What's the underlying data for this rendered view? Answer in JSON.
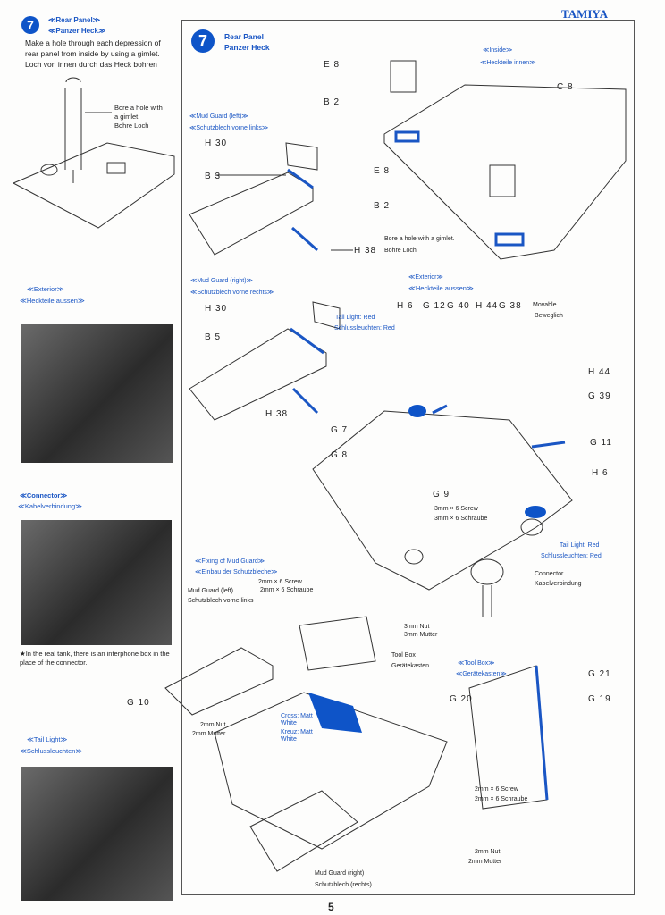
{
  "brand": "TAMIYA",
  "page_number": "5",
  "step_number": "7",
  "left": {
    "title_en": "≪Rear Panel≫",
    "title_de": "≪Panzer Heck≫",
    "instruction_en": "Make a hole through each depression of rear panel from inside by using a gimlet.",
    "instruction_de": "Loch von innen durch das Heck bohren",
    "bore_en": "Bore a hole with a gimlet.",
    "bore_de": "Bohre Loch",
    "exterior_en": "≪Exterior≫",
    "exterior_de": "≪Heckteile aussen≫",
    "connector_en": "≪Connector≫",
    "connector_de": "≪Kabelverbindung≫",
    "note": "★In the real tank, there is an interphone box in the place of the connector.",
    "g10": "G 10",
    "tail_en": "≪Tail Light≫",
    "tail_de": "≪Schlussleuchten≫"
  },
  "main": {
    "title_en": "Rear Panel",
    "title_de": "Panzer Heck",
    "labels": {
      "mud_left_en": "≪Mud Guard (left)≫",
      "mud_left_de": "≪Schutzblech vorne links≫",
      "h30a": "H 30",
      "b3": "B 3",
      "h38a": "H 38",
      "inside_en": "≪Inside≫",
      "inside_de": "≪Heckteile innen≫",
      "e8a": "E 8",
      "b2a": "B 2",
      "c8": "C 8",
      "e8b": "E 8",
      "b2b": "B 2",
      "bore_en": "Bore a hole with a gimlet.",
      "bore_de": "Bohre Loch",
      "mud_right_en": "≪Mud Guard (right)≫",
      "mud_right_de": "≪Schutzblech vorne rechts≫",
      "h30b": "H 30",
      "b5": "B 5",
      "h38b": "H 38",
      "exterior_en": "≪Exterior≫",
      "exterior_de": "≪Heckteile aussen≫",
      "h6a": "H 6",
      "g12": "G 12",
      "g40": "G 40",
      "h44a": "H 44",
      "g38": "G 38",
      "movable_en": "Movable",
      "movable_de": "Beweglich",
      "tail_en": "Tail Light: Red",
      "tail_de": "Schlussleuchten: Red",
      "h44b": "H 44",
      "g39": "G 39",
      "g7": "G 7",
      "g8": "G 8",
      "g9": "G 9",
      "g11": "G 11",
      "h6b": "H 6",
      "screw3_en": "3mm × 6 Screw",
      "screw3_de": "3mm × 6 Schraube",
      "tail2_en": "Tail Light: Red",
      "tail2_de": "Schlussleuchten: Red",
      "connector_en": "Connector",
      "connector_de": "Kabelverbindung",
      "fixing_en": "≪Fixing of Mud Guard≫",
      "fixing_de": "≪Einbau der Schutzbleche≫",
      "screw2a_en": "2mm × 6 Screw",
      "screw2a_de": "2mm × 6 Schraube",
      "mudl_en": "Mud Guard (left)",
      "mudl_de": "Schutzblech vorne links",
      "nut3_en": "3mm Nut",
      "nut3_de": "3mm Mutter",
      "toolbox_en": "Tool Box",
      "toolbox_de": "Gerätekasten",
      "toolbox_h_en": "≪Tool Box≫",
      "toolbox_h_de": "≪Gerätekasten≫",
      "g21": "G 21",
      "g20": "G 20",
      "g19": "G 19",
      "nut2a_en": "2mm Nut",
      "nut2a_de": "2mm Mutter",
      "cross_en": "Cross: Matt White",
      "cross_de": "Kreuz: Matt White",
      "screw2b_en": "2mm × 6 Screw",
      "screw2b_de": "2mm × 6 Schraube",
      "nut2b_en": "2mm Nut",
      "nut2b_de": "2mm Mutter",
      "mudr_en": "Mud Guard (right)",
      "mudr_de": "Schutzblech (rechts)"
    }
  },
  "colors": {
    "accent": "#1a56c4",
    "step_circle": "#0e54c8"
  }
}
